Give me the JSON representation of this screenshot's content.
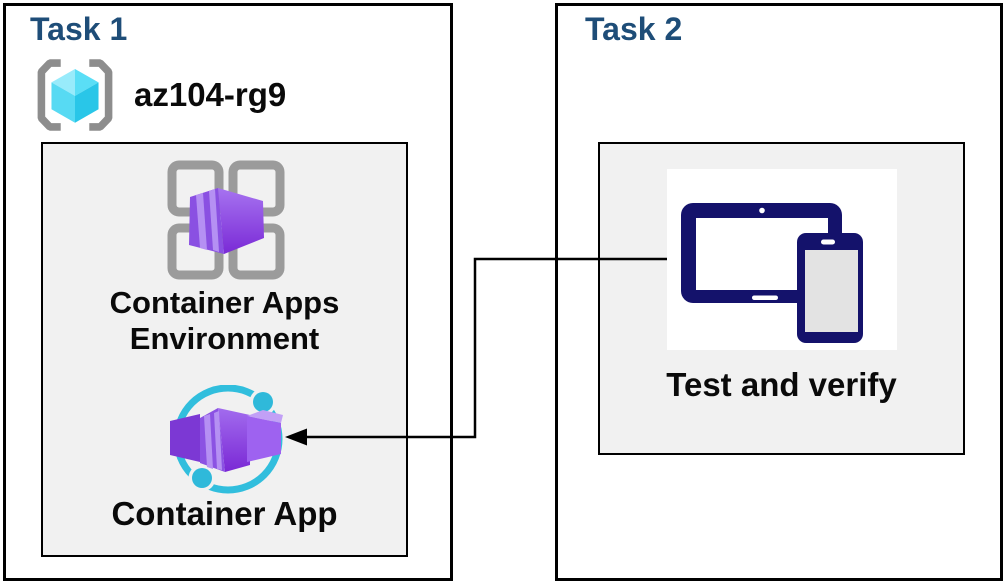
{
  "task1": {
    "title": "Task 1",
    "resource_group_name": "az104-rg9",
    "environment_label_line1": "Container Apps",
    "environment_label_line2": "Environment",
    "container_app_label": "Container App"
  },
  "task2": {
    "title": "Task 2",
    "label": "Test and verify"
  },
  "icons": {
    "resource_group": "azure-resource-group-icon",
    "container_apps_environment": "container-apps-environment-icon",
    "container_app": "container-app-icon",
    "devices": "tablet-and-phone-icon"
  },
  "connector": {
    "type": "elbow-arrow",
    "from": "test-and-verify",
    "to": "container-app"
  },
  "colors": {
    "task_title": "#1e4d78",
    "label_text": "#0a0a0a",
    "panel_bg": "#f1f1f1",
    "border": "#000000",
    "arrow": "#000000",
    "bracket_gray": "#8d8d8d",
    "frame_gray": "#9b9b9b",
    "cube_cyan_light": "#98ebfb",
    "cube_cyan_mid": "#5adef6",
    "cube_cyan_dark": "#29c6e8",
    "container_purple": "#8a50e2",
    "container_purple_dark": "#7a2ad6",
    "container_stripe": "#b590f3",
    "ring_cyan": "#31bedd",
    "device_navy": "#14126b",
    "device_screen_gray": "#e3e3e3"
  }
}
